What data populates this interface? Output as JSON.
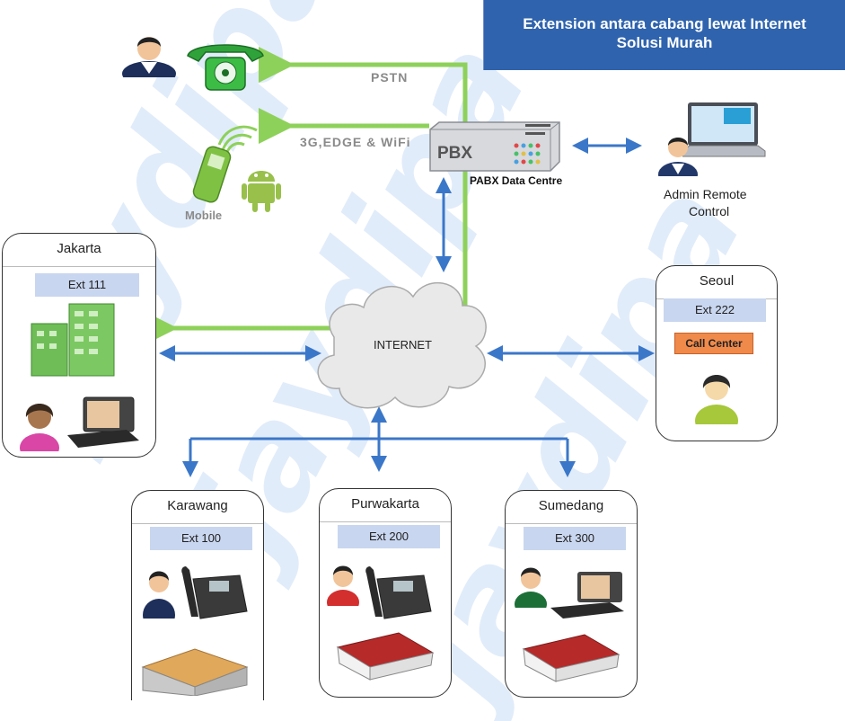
{
  "title": {
    "line1": "Extension antara cabang lewat Internet",
    "line2": "Solusi Murah"
  },
  "watermark": "jaydipa",
  "pbx": {
    "face_label": "PBX",
    "caption": "PABX Data Centre"
  },
  "links": {
    "pstn": "PSTN",
    "wireless": "3G,EDGE & WiFi",
    "mobile": "Mobile"
  },
  "admin": {
    "line1": "Admin Remote",
    "line2": "Control"
  },
  "internet": "INTERNET",
  "branches": {
    "jakarta": {
      "name": "Jakarta",
      "ext": "Ext 111"
    },
    "seoul": {
      "name": "Seoul",
      "ext": "Ext 222",
      "badge": "Call Center"
    },
    "karawang": {
      "name": "Karawang",
      "ext": "Ext 100"
    },
    "purwakarta": {
      "name": "Purwakarta",
      "ext": "Ext 200"
    },
    "sumedang": {
      "name": "Sumedang",
      "ext": "Ext 300"
    }
  },
  "colors": {
    "title_bg": "#2f63ad",
    "green_line": "#8ed15a",
    "blue_arrow": "#3b77c9",
    "ext_bg": "#c9d6ef",
    "call_center": "#f08a4b"
  }
}
